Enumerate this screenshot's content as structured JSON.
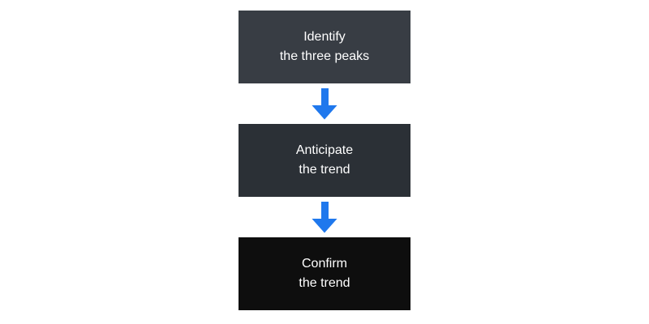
{
  "diagram": {
    "background_color": "#ffffff",
    "text_color": "#ffffff",
    "arrow_color": "#1f78ed",
    "steps": [
      {
        "lines": [
          "Identify",
          "the three peaks"
        ],
        "box_color": "#383d44"
      },
      {
        "lines": [
          "Anticipate",
          "the trend"
        ],
        "box_color": "#2b3036"
      },
      {
        "lines": [
          "Confirm",
          "the trend"
        ],
        "box_color": "#0e0e0e"
      }
    ]
  }
}
